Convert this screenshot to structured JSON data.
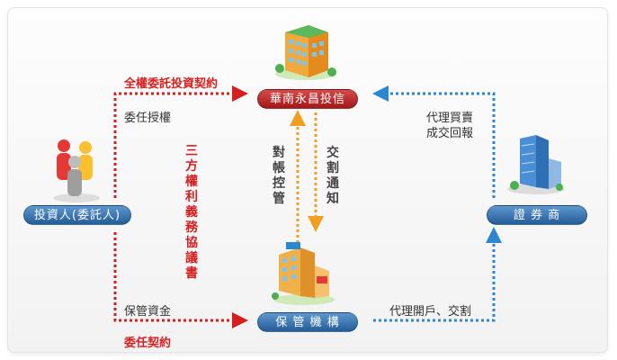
{
  "nodes": {
    "bank": "華南永昌投信",
    "investor": "投資人(委託人)",
    "securities": "證 券 商",
    "custodian": "保 管 機 構"
  },
  "labels": {
    "contract_top": "全權委託投資契約",
    "authorize": "委任授權",
    "agreement": "三方權利義務協議書",
    "custody_funds": "保管資金",
    "delegation_contract": "委任契約",
    "agency_trading_line1": "代理買賣",
    "agency_trading_line2": "成交回報",
    "account_settlement": "代理開戶、交割",
    "reconcile": "對帳控管",
    "settlement_notice": "交割通知"
  },
  "colors": {
    "red": "#d51f1f",
    "blue": "#2a87d0",
    "orange": "#f0a020"
  },
  "icons": [
    "building-bank-icon",
    "people-icon",
    "office-tower-icon",
    "shop-building-icon"
  ]
}
